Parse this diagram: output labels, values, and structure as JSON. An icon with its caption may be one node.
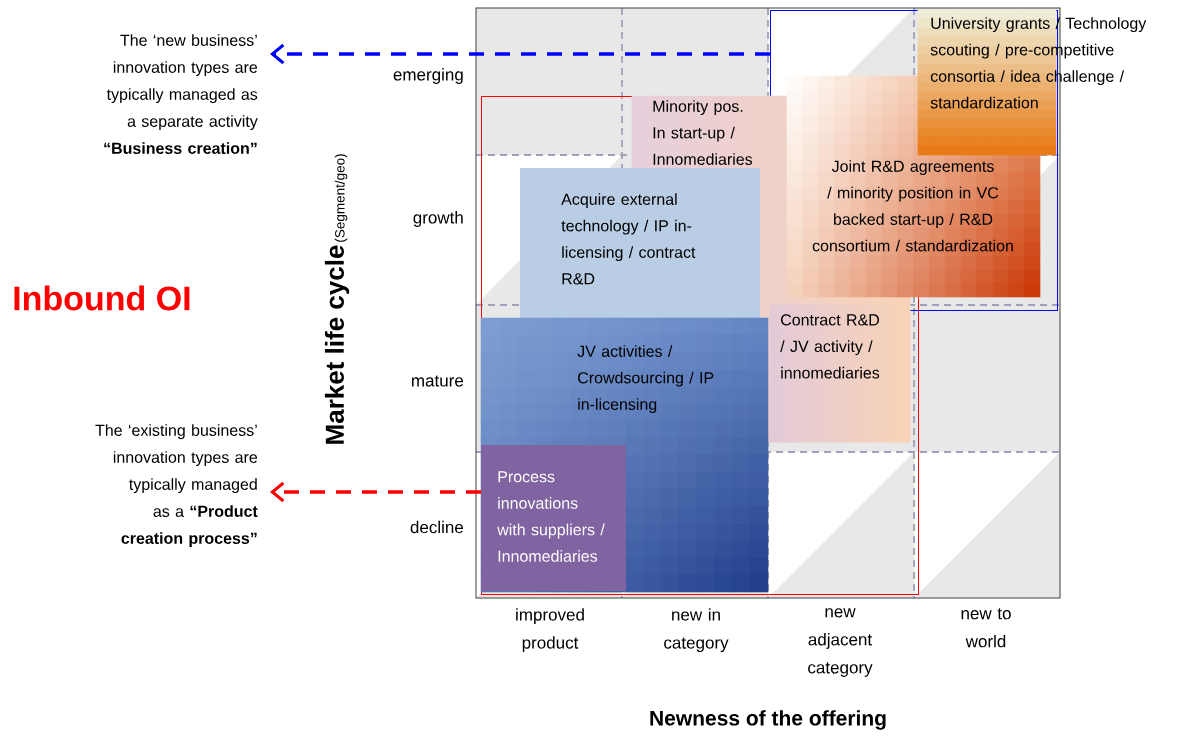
{
  "diagram": {
    "nodes": [
      {
        "text": [
          "The ‘new business’ innovation types are typically managed as a separate activity **“Business creation”**"
        ]
      },
      {
        "text": [
          "The ‘existing business’ innovation types are typically managed as a **“Product creation process”**"
        ]
      },
      {
        "text": [],
        "shape": "box"
      },
      {
        "text": [],
        "shape": "box"
      },
      {
        "text": [
          "University grants / Technology scouting / pre-competitive consortia / idea challenge / standardization"
        ]
      },
      {
        "text": [
          "Minority pos. In start-up / Innomediaries"
        ],
        "in": 3
      },
      {
        "text": [
          "Joint R&D agreements / minority position in VC backed start-up / R&D consortium / standardization"
        ],
        "in": 2
      },
      {
        "text": [
          "Acquire external technology / IP in-licensing / contract R&D"
        ],
        "in": 3
      },
      {
        "text": [
          "JV activities / Crowdsourcing / IP in-licensing"
        ],
        "in": 3
      },
      {
        "text": [
          "Contract R&D / JV activity / innomediaries"
        ],
        "in": 5
      },
      {
        "text": [
          "Process innovations with suppliers / Innomediaries"
        ],
        "in": 8
      }
    ],
    "edges": [
      {
        "from": 2,
        "to": 0,
        "arrow": "to",
        "style": "dashed",
        "color": "#0000ff"
      },
      {
        "from": 3,
        "to": 1,
        "arrow": "to",
        "style": "dashed",
        "color": "#ff0000"
      }
    ],
    "labels": [
      "Inbound OI",
      "Market life cycle",
      "(Segment/geo)",
      "emerging",
      "growth",
      "mature",
      "decline",
      "improved product",
      "new in category",
      "new adjacent category",
      "new to world",
      "Newness of the offering"
    ]
  }
}
